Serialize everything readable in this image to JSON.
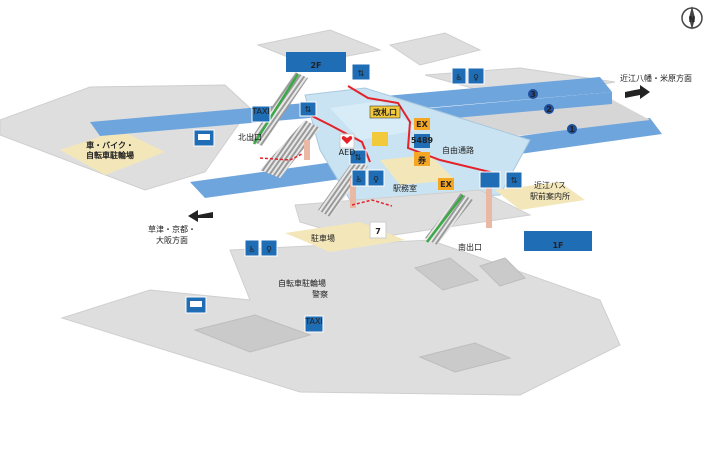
{
  "floor_labels": {
    "upper": "2F",
    "lower": "1F"
  },
  "compass": {
    "letter": "N"
  },
  "track_numbers": [
    "1",
    "2",
    "3"
  ],
  "labels": {
    "bike_parking_north": [
      "車・バイク・",
      "自転車駐輪場"
    ],
    "kitaguchi": "北出口",
    "kaisatsu": "改札口",
    "jiyu_tsuro": "自由通路",
    "ekimu": "駅務室",
    "ohmi_hachiman": "近江八幡・米原方面",
    "ohmi_bus": [
      "近江バス",
      "駅前案内所"
    ],
    "kusatsu": [
      "草津・京都・",
      "大阪方面"
    ],
    "chushajo": "駐車場",
    "minamiguchi": "南出口",
    "jitensha": "自転車駐輪場",
    "police": "警察",
    "aed": "AED",
    "green_counter": "5489",
    "ex1": "EX",
    "ex2": "EX",
    "ticket": "券",
    "taxi": "TAXI",
    "seven": "7"
  },
  "colors": {
    "rail": "#6fa5dd",
    "route": "#e3222a",
    "floor_badge": "#1f6db5",
    "platform": "#d6d6d6",
    "parking": "#f3e7ba",
    "concourse": "#c9e3f2",
    "stairs": "#3ba946"
  }
}
